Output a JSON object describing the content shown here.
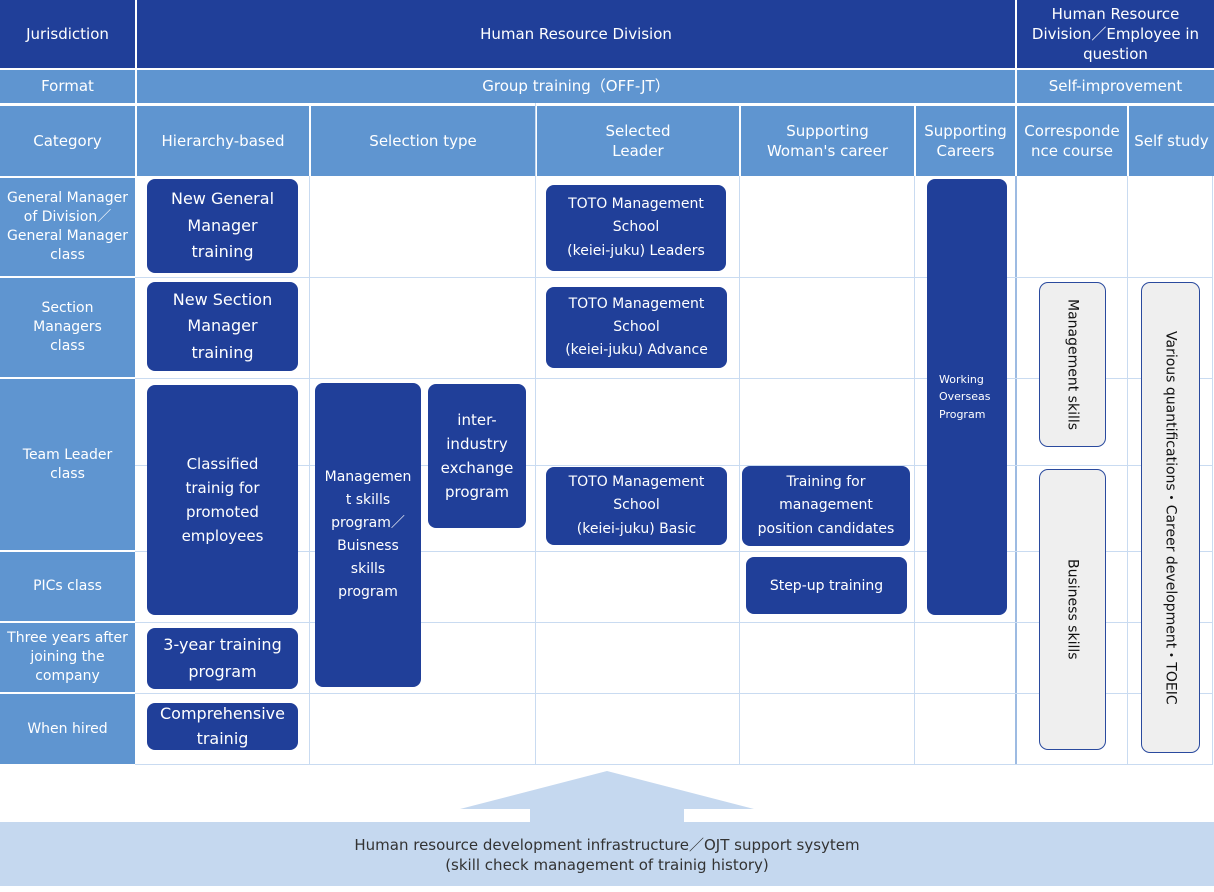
{
  "header": {
    "jurisdiction_label": "Jurisdiction",
    "hr_division": "Human Resource Division",
    "hr_employee": "Human Resource\nDivision／Employee in\nquestion",
    "format_label": "Format",
    "group_training": "Group training（OFF-JT）",
    "self_improvement": "Self-improvement"
  },
  "categories": {
    "category": "Category",
    "hierarchy": "Hierarchy-based",
    "selection": "Selection type",
    "selected_leader": "Selected\nLeader",
    "supporting_woman": "Supporting\nWoman's career",
    "supporting_careers": "Supporting\nCareers",
    "correspondence": "Corresponde\nnce course",
    "self_study": "Self study"
  },
  "rows": {
    "general_manager": "General Manager\nof Division／\nGeneral Manager\nclass",
    "section_managers": "Section\nManagers\nclass",
    "team_leader": "Team Leader\nclass",
    "pics": "PICs class",
    "three_years": "Three years after\njoining the\ncompany",
    "when_hired": "When hired"
  },
  "programs": {
    "new_gm": "New General\nManager\ntraining",
    "new_section": "New Section\nManager\ntraining",
    "classified": "Classified\ntrainig for\npromoted\nemployees",
    "three_year": "3-year training\nprogram",
    "comprehensive": "Comprehensive\ntrainig",
    "mgmt_skills_program": "Managemen\nt skills\nprogram／\nBuisness\nskills\nprogram",
    "inter_industry": "inter-\nindustry\nexchange\nprogram",
    "toto_leaders": "TOTO Management\nSchool\n(keiei-juku) Leaders",
    "toto_advance": "TOTO Management\nSchool\n(keiei-juku) Advance",
    "toto_basic": "TOTO Management\nSchool\n(keiei-juku) Basic",
    "training_mgmt": "Training for\nmanagement\nposition candidates",
    "step_up": "Step-up training",
    "working_overseas": "Working\nOverseas\nProgram",
    "management_skills": "Management skills",
    "business_skills": "Business skills",
    "various": "Various quantifications・Career development・TOEIC"
  },
  "footer": {
    "line1": "Human resource development infrastructure／OJT support sysytem",
    "line2": "(skill check management of trainig history)"
  },
  "colors": {
    "dark_navy": "#203f99",
    "mid_blue": "#5f95d0",
    "pale_blue": "#c9dbf1",
    "pill_grey": "#efefef"
  }
}
